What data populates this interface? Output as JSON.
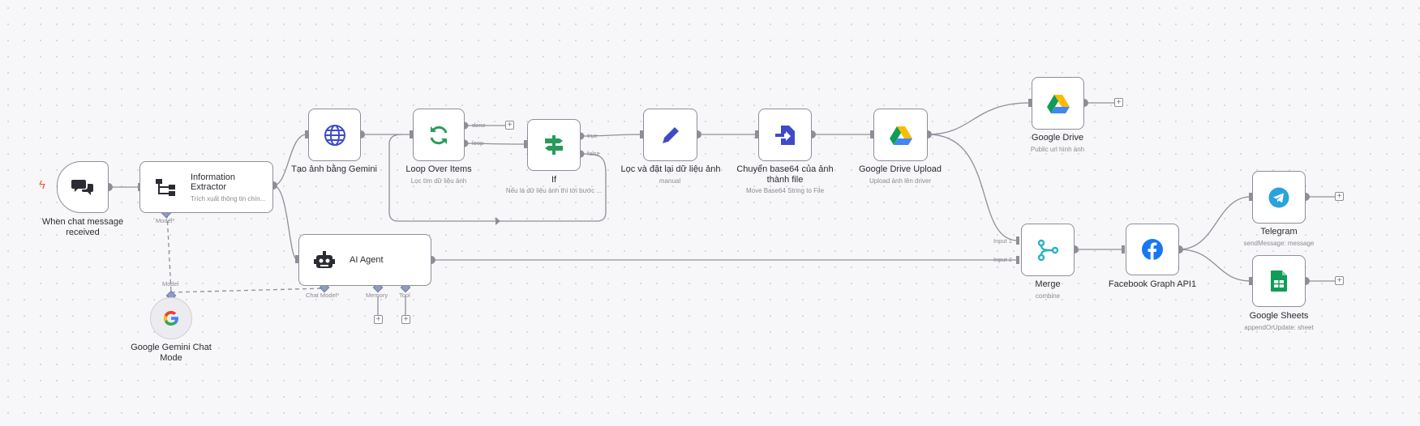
{
  "nodes": {
    "chat_trigger": {
      "title": "When chat message received"
    },
    "info_extractor": {
      "title": "Information Extractor",
      "subtitle": "Trích xuất thông tin chín..."
    },
    "tao_anh": {
      "title": "Tạo ảnh bằng Gemini"
    },
    "loop": {
      "title": "Loop Over Items",
      "subtitle": "Lọc tìm dữ liệu ảnh"
    },
    "if_node": {
      "title": "If",
      "subtitle": "Nếu là dữ liệu ảnh thì tới bước ..."
    },
    "loc_dat": {
      "title": "Lọc và đặt lại dữ liệu ảnh",
      "subtitle": "manual"
    },
    "chuyen_base64": {
      "title": "Chuyển base64 của ảnh thành file",
      "subtitle": "Move Base64 String to File"
    },
    "gdrive_upload": {
      "title": "Google Drive Upload",
      "subtitle": "Upload ảnh lên driver"
    },
    "google_drive": {
      "title": "Google Drive",
      "subtitle": "Public url hình ảnh"
    },
    "ai_agent": {
      "title": "AI Agent"
    },
    "gemini_chat": {
      "title": "Google Gemini Chat Mode"
    },
    "merge": {
      "title": "Merge",
      "subtitle": "combine"
    },
    "facebook": {
      "title": "Facebook Graph API1"
    },
    "telegram": {
      "title": "Telegram",
      "subtitle": "sendMessage: message"
    },
    "sheets": {
      "title": "Google Sheets",
      "subtitle": "appendOrUpdate: sheet"
    }
  },
  "ports": {
    "model_star": "Model*",
    "model": "Model",
    "chat_model": "Chat Model*",
    "memory": "Memory",
    "tool": "Tool",
    "done": "done",
    "loop": "loop",
    "true": "true",
    "false": "false",
    "input1": "Input 1",
    "input2": "Input 2"
  },
  "colors": {
    "canvas": "#f7f7f9",
    "wire": "#8e8e98",
    "accent": "#ee5a35"
  }
}
